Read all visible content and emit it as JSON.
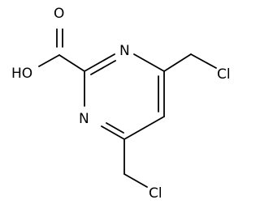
{
  "molecule": {
    "atoms": {
      "ho": "HO",
      "o": "O",
      "n_upper": "N",
      "n_lower": "N",
      "cl_upper": "Cl",
      "cl_lower": "Cl"
    }
  }
}
